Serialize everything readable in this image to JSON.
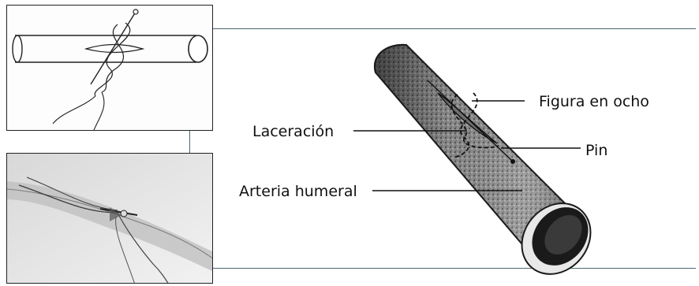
{
  "labels": {
    "figure_eight": "Figura en ocho",
    "laceration": "Laceración",
    "pin": "Pin",
    "humeral_artery": "Arteria humeral"
  },
  "colors": {
    "rule": "#4a6775",
    "ink": "#111111"
  }
}
